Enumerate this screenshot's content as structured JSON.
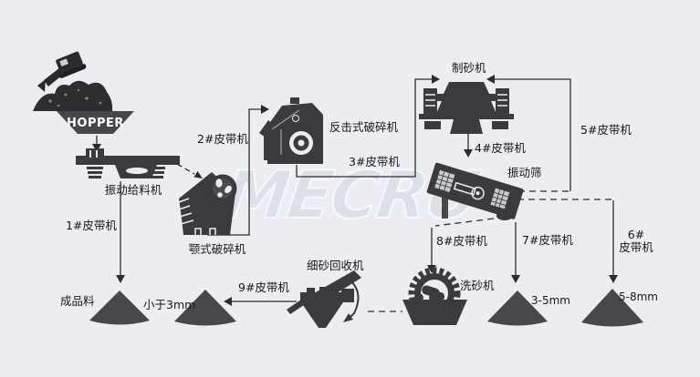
{
  "watermark": "MECRU",
  "colors": {
    "background": "#ebedf3",
    "icon_dark": "#3b3b3f",
    "line": "#2c2c2c",
    "text": "#17171a",
    "watermark": "#dde0e9",
    "hopper_fill": "#47474b",
    "pile_fill": "#48484c"
  },
  "equipment": {
    "hopper": {
      "label": "HOPPER"
    },
    "vibrating_feeder": {
      "label": "振动给料机"
    },
    "jaw_crusher": {
      "label": "颚式破碎机"
    },
    "impact_crusher": {
      "label": "反击式破碎机"
    },
    "sand_maker": {
      "label": "制砂机"
    },
    "vibrating_screen": {
      "label": "振动筛"
    },
    "fine_sand_recycler": {
      "label": "细砂回收机"
    },
    "sand_washer": {
      "label": "洗砂机"
    }
  },
  "belts": {
    "b1": "1#皮带机",
    "b2": "2#皮带机",
    "b3": "3#皮带机",
    "b4": "4#皮带机",
    "b5": "5#皮带机",
    "b6_line1": "6#",
    "b6_line2": "皮带机",
    "b7": "7#皮带机",
    "b8": "8#皮带机",
    "b9": "9#皮带机"
  },
  "outputs": {
    "finished": "成品料",
    "under_3mm": "小于3mm",
    "size_3_5": "3-5mm",
    "size_5_8": "5-8mm"
  }
}
